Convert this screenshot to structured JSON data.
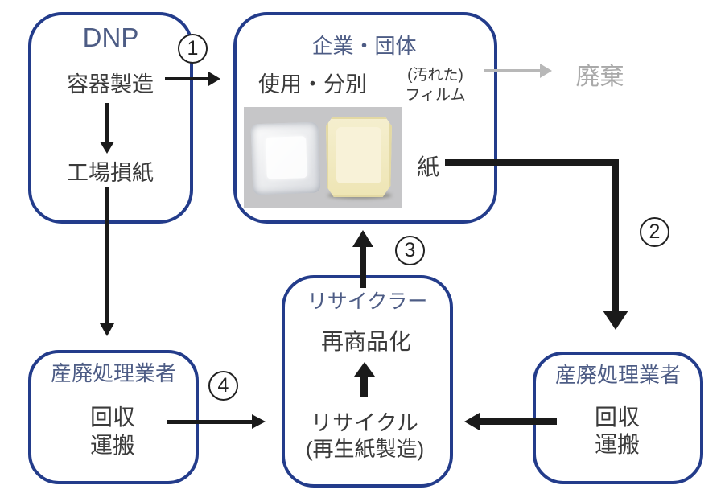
{
  "flow": {
    "dnp": {
      "title": "DNP",
      "process": "容器製造",
      "waste": "工場損紙"
    },
    "company": {
      "title": "企業・団体",
      "process": "使用・分別",
      "film_note_line1": "(汚れた)",
      "film_note_line2": "フィルム",
      "paper": "紙"
    },
    "recycler": {
      "title": "リサイクラー",
      "process": "再商品化",
      "step": "リサイクル",
      "step_note": "(再生紙製造)"
    },
    "handler_left": {
      "title": "産廃処理業者",
      "task1": "回収",
      "task2": "運搬"
    },
    "handler_right": {
      "title": "産廃処理業者",
      "task1": "回収",
      "task2": "運搬"
    },
    "disposal_label": "廃棄",
    "steps": {
      "s1": "1",
      "s2": "2",
      "s3": "3",
      "s4": "4"
    }
  },
  "photo": {
    "items": [
      "plastic-film",
      "paper-tray"
    ]
  },
  "colors": {
    "box_border": "#233c8b",
    "title_text": "#4d5c85",
    "body_text": "#3b3b3b",
    "disposal_gray_text": "#a9a9a9",
    "arrow_black": "#1a1a1a",
    "arrow_gray": "#b8b8b8",
    "photo_background": "#c6c6c8",
    "tray_cream": "#f3ecc4"
  }
}
